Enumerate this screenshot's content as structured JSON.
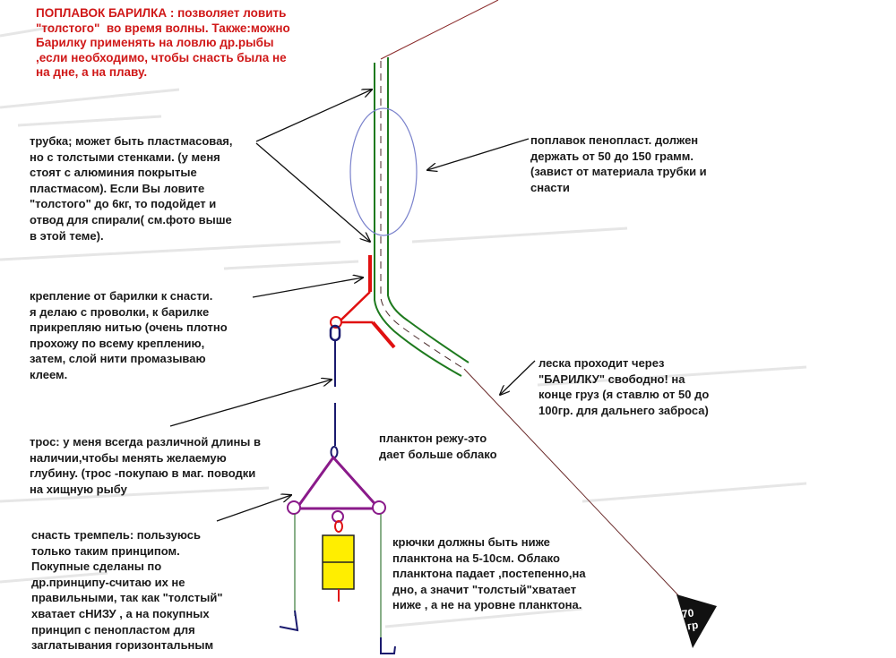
{
  "title_note": {
    "lines": [
      "ПОПЛАВОК БАРИЛКА : позволяет ловить",
      "\"толстого\"  во время волны. Также:можно",
      "Барилку применять на ловлю др.рыбы",
      ",если необходимо, чтобы снасть была не",
      "на дне, а на плаву."
    ]
  },
  "notes": {
    "tube": [
      "трубка; может быть пластмасовая,",
      "но с толстыми стенками. (у меня",
      "стоят с алюминия покрытые",
      "пластмасом). Если Вы ловите",
      "\"толстого\" до 6кг, то подойдет и",
      "отвод для спирали( см.фото выше",
      "в этой теме)."
    ],
    "float": [
      "поплавок пенопласт. должен",
      "держать от 50 до 150 грамм.",
      "(завист от материала трубки и",
      "снасти"
    ],
    "mount": [
      "крепление от барилки к снасти.",
      "я делаю с проволки, к барилке",
      "прикрепляю нитью (очень плотно",
      "прохожу по всему креплению,",
      "затем, слой нити промазываю",
      "клеем."
    ],
    "line": [
      "леска проходит через",
      "\"БАРИЛКУ\" свободно! на",
      "конце груз (я ставлю от 50 до",
      "100гр. для дальнего заброса)"
    ],
    "cable": [
      "трос: у меня всегда различной длины в",
      "наличии,чтобы менять желаемую",
      "глубину. (трос -покупаю в маг. поводки",
      "на хищную рыбу"
    ],
    "plankton": [
      "планктон режу-это",
      "дает больше облако"
    ],
    "rig": [
      "снасть тремпель: пользуюсь",
      "только таким принципом.",
      "Покупные сделаны по",
      "др.принципу-считаю их не",
      "правильными, так как \"толстый\"",
      "хватает сНИЗУ , а на покупных",
      "принцип с пенопластом для",
      "заглатывания горизонтальным"
    ],
    "hooks": [
      "крючки должны быть ниже",
      "планктона на 5-10см. Облако",
      "планктона падает ,постепенно,на",
      "дно, а значит \"толстый\"хватает",
      "ниже , а не на уровне планктона."
    ]
  },
  "sinker": {
    "label_top": "70",
    "label_bottom": "гр"
  },
  "colors": {
    "title": "#d01818",
    "tube": "#1e7a1e",
    "float": "#7a82cc",
    "mount": "#e01010",
    "cable": "#1a1a6e",
    "triangle": "#8a1a8a",
    "sinker_box": "#ffee00"
  }
}
